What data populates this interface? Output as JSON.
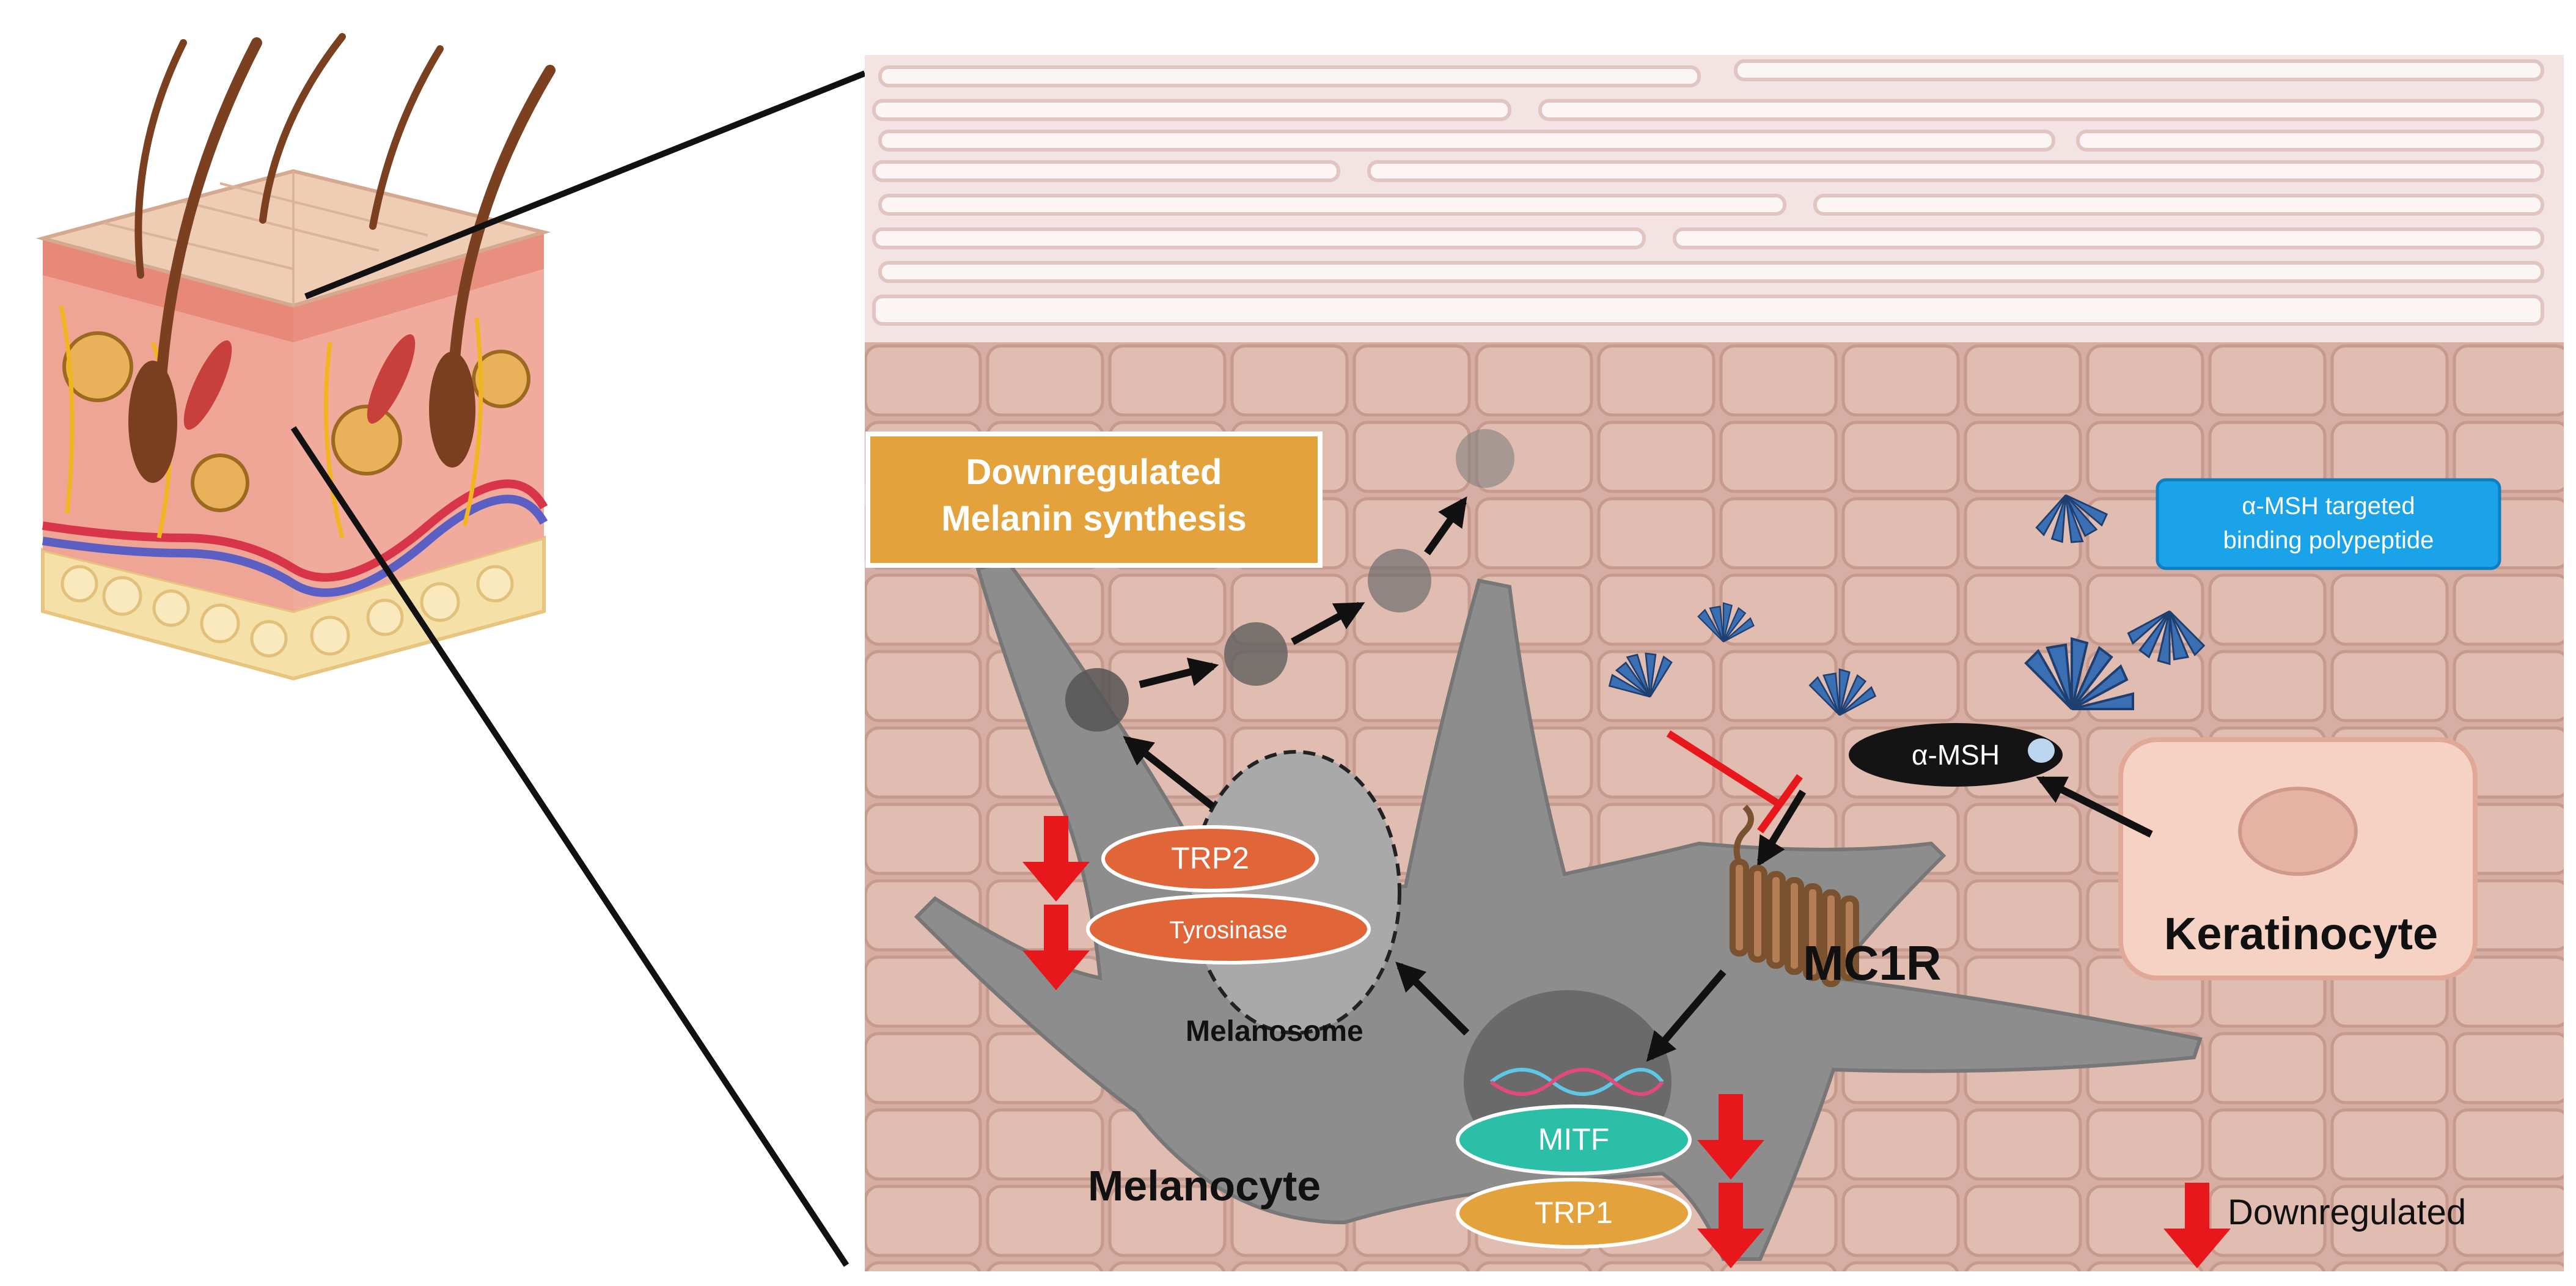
{
  "title_box": {
    "line1": "Downregulated",
    "line2": "Melanin synthesis"
  },
  "binding_box": {
    "line1": "α-MSH targeted",
    "line2": "binding polypeptide"
  },
  "labels": {
    "alpha_msh": "α-MSH",
    "mc1r": "MC1R",
    "keratinocyte": "Keratinocyte",
    "melanosome": "Melanosome",
    "melanocyte": "Melanocyte",
    "trp2": "TRP2",
    "tyrosinase": "Tyrosinase",
    "mitf": "MITF",
    "trp1": "TRP1"
  },
  "legend": {
    "text": "Downregulated"
  },
  "colors": {
    "orange_box": "#e3a23c",
    "blue_box": "#1aa3e8",
    "down_arrow": "#e8171b",
    "inhibit": "#e8171b",
    "cell_gray": "#8c8c8c",
    "tissue": "#d9b2a6",
    "trp_pill": "#e0663a",
    "mitf_pill": "#2bbfa8",
    "trp1_pill": "#e3a23c"
  }
}
